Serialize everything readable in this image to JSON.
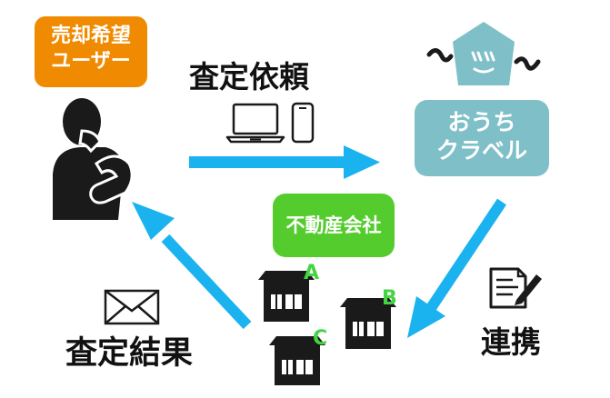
{
  "seller_badge": {
    "line1": "売却希望",
    "line2": "ユーザー",
    "color": "#f08a00"
  },
  "request_label": "査定依頼",
  "service_badge": {
    "line1": "おうち",
    "line2": "クラベル",
    "color": "#7fbfc8"
  },
  "company_badge": {
    "text": "不動産会社",
    "color": "#55cc2e"
  },
  "result_label": "査定結果",
  "link_label": "連携",
  "companies": [
    {
      "letter": "A"
    },
    {
      "letter": "B"
    },
    {
      "letter": "C"
    }
  ],
  "colors": {
    "arrow": "#1ab2ef",
    "accent_letter": "#44d444",
    "ink": "#1a1a1a"
  },
  "icons": [
    "person-thinking-icon",
    "laptop-icon",
    "smartphone-icon",
    "house-logo-icon",
    "envelope-icon",
    "document-pen-icon",
    "building-icon"
  ]
}
